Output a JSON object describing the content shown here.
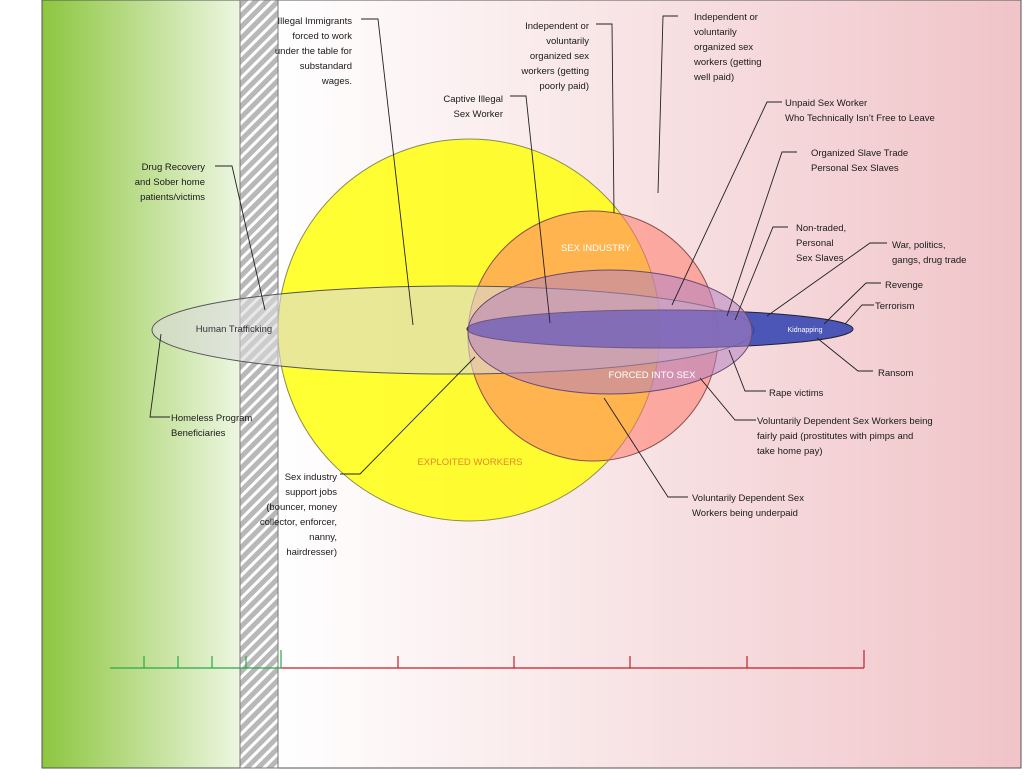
{
  "diagram": {
    "regions": [
      {
        "key": "exploited",
        "label": "EXPLOITED WORKERS",
        "fill": "#ffff00",
        "label_color": "#e08a2a"
      },
      {
        "key": "sex_industry",
        "label": "SEX INDUSTRY",
        "fill": "#ff6b5a",
        "label_color": "#ffffff"
      },
      {
        "key": "forced",
        "label": "FORCED INTO SEX",
        "fill": "#b07ab8",
        "label_color": "#ffffff"
      },
      {
        "key": "trafficking",
        "label": "Human Trafficking",
        "fill": "#d9d9c8",
        "label_color": "#333333"
      },
      {
        "key": "kidnapping",
        "label": "Kidnapping",
        "fill": "#3b4fb0",
        "label_color": "#ffffff"
      }
    ],
    "annotations": {
      "illegal_immigrants": [
        "Illegal Immigrants",
        "forced to work",
        "under the table for",
        "substandard",
        "wages."
      ],
      "indep_poor": [
        "Independent or",
        "voluntarily",
        "organized sex",
        "workers (getting",
        "poorly  paid)"
      ],
      "indep_well": [
        "Independent or",
        "voluntarily",
        "organized sex",
        "workers (getting",
        "well paid)"
      ],
      "captive": [
        "Captive Illegal",
        "Sex Worker"
      ],
      "unpaid": [
        "Unpaid Sex Worker",
        "Who Technically Isn’t Free to Leave"
      ],
      "drug_recovery": [
        "Drug Recovery",
        "and Sober home",
        "patients/victims"
      ],
      "slave_trade": [
        "Organized Slave Trade",
        "Personal  Sex Slaves"
      ],
      "non_traded": [
        "Non-traded,",
        "Personal",
        "Sex Slaves"
      ],
      "war": [
        "War, politics,",
        "gangs, drug trade"
      ],
      "revenge": [
        "Revenge"
      ],
      "terrorism": [
        "Terrorism"
      ],
      "ransom": [
        "Ransom"
      ],
      "rape": [
        "Rape victims"
      ],
      "homeless": [
        "Homeless Program",
        "Beneficiaries"
      ],
      "vol_fair": [
        "Voluntarily Dependent Sex Workers being",
        "fairly paid (prostitutes with pimps and",
        "take home pay)"
      ],
      "vol_under": [
        "Voluntarily Dependent Sex",
        "Workers being underpaid"
      ],
      "support_jobs": [
        "Sex industry",
        "support jobs",
        "(bouncer, money",
        "collector, enforcer,",
        "nanny,",
        "hairdresser)"
      ]
    },
    "colors": {
      "gradient_left": "#8dc63f",
      "gradient_mid": "#ffffff",
      "gradient_right": "#f0c4c8",
      "scale_green": "#2aa84a",
      "scale_red": "#c0202a"
    }
  }
}
